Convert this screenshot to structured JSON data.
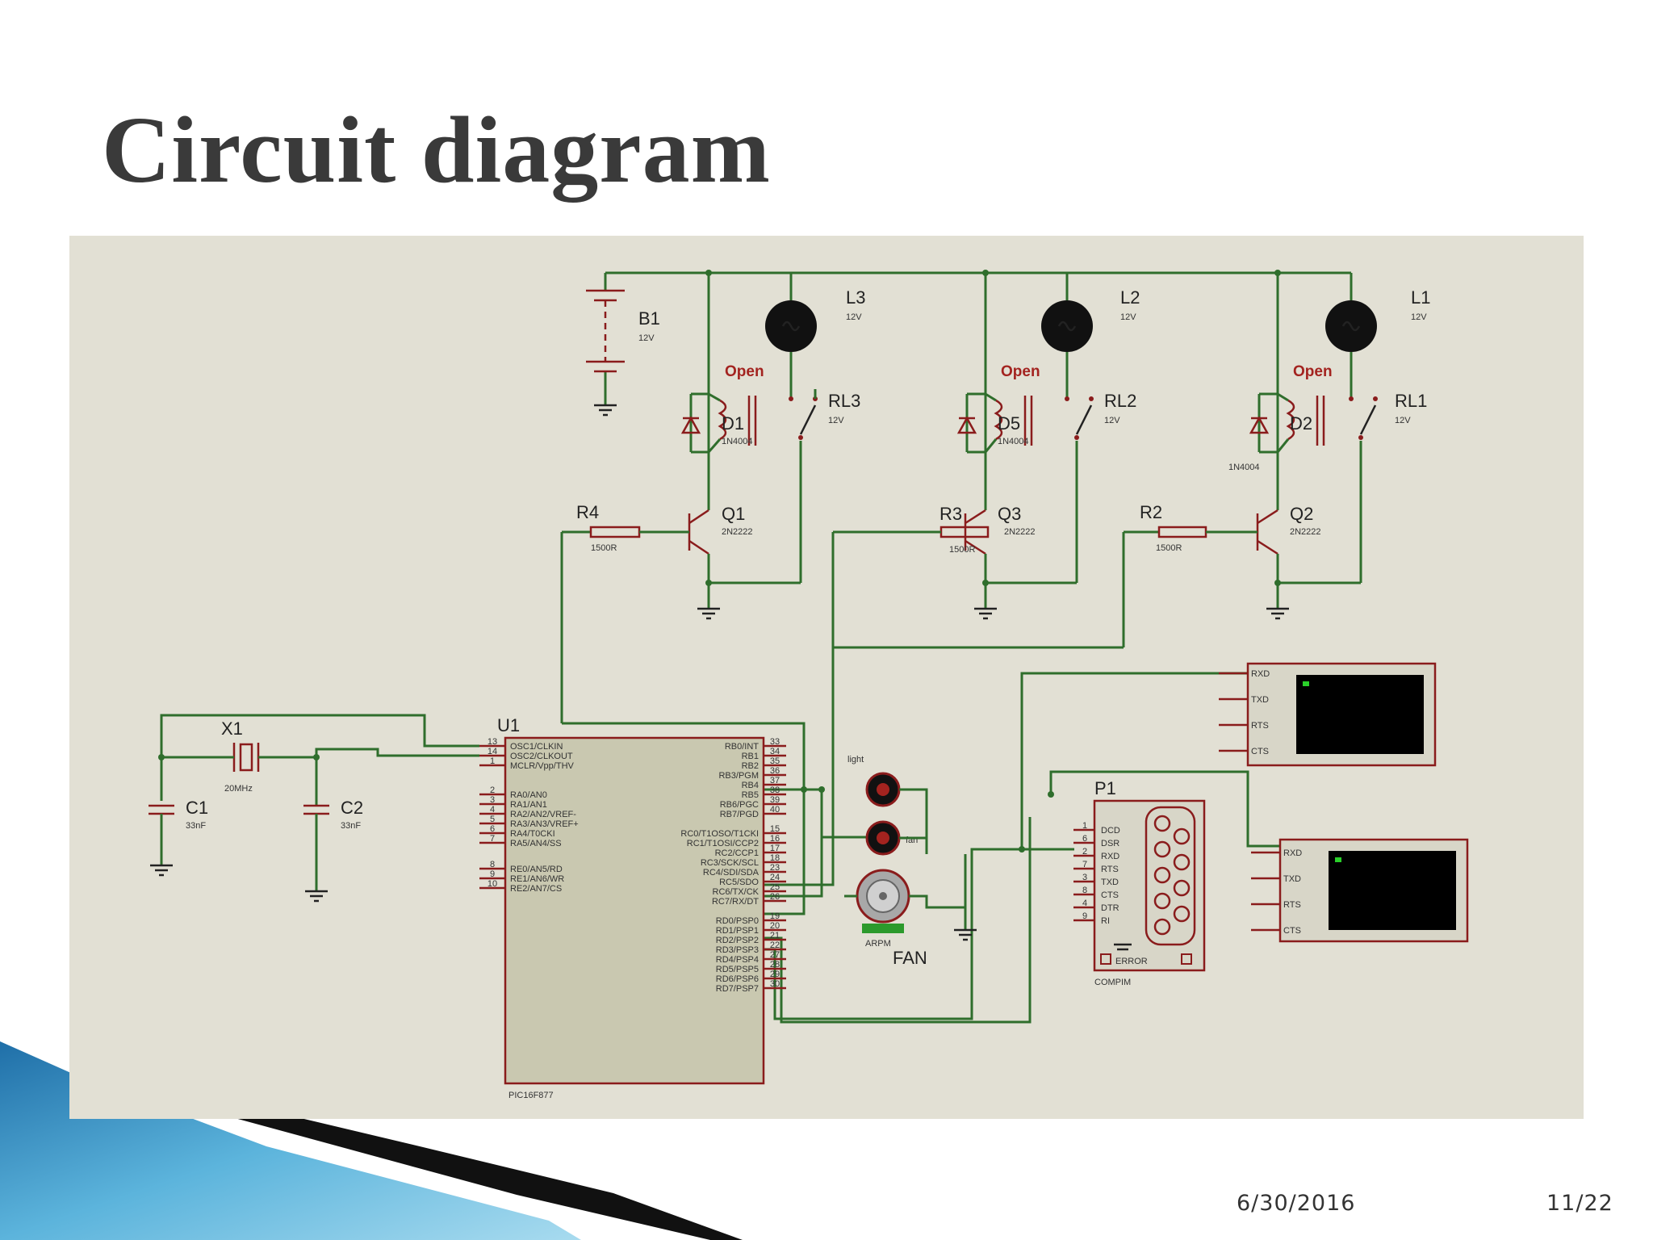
{
  "slide": {
    "title": "Circuit diagram",
    "date": "6/30/2016",
    "page": "11/22"
  },
  "colors": {
    "wire": "#2f6e2c",
    "component": "#8a1c1c",
    "schematic_bg": "#e2e0d4",
    "chip_body": "#c9c8b0",
    "title": "#3a3a3a",
    "accent_blue": "#2a7fb8"
  },
  "schematic": {
    "battery": {
      "ref": "B1",
      "value": "12V"
    },
    "lamps": [
      {
        "ref": "L3",
        "value": "12V"
      },
      {
        "ref": "L2",
        "value": "12V"
      },
      {
        "ref": "L1",
        "value": "12V"
      }
    ],
    "relays": [
      {
        "ref": "RL3",
        "value": "12V",
        "state": "Open"
      },
      {
        "ref": "RL2",
        "value": "12V",
        "state": "Open"
      },
      {
        "ref": "RL1",
        "value": "12V",
        "state": "Open"
      }
    ],
    "diodes": [
      {
        "ref": "D1",
        "value": "1N4004"
      },
      {
        "ref": "D5",
        "value": "1N4004"
      },
      {
        "ref": "D2",
        "value": "1N4004"
      }
    ],
    "transistors": [
      {
        "ref": "Q1",
        "value": "2N2222"
      },
      {
        "ref": "Q3",
        "value": "2N2222"
      },
      {
        "ref": "Q2",
        "value": "2N2222"
      }
    ],
    "resistors": [
      {
        "ref": "R4",
        "value": "1500R"
      },
      {
        "ref": "R3",
        "value": "1500R"
      },
      {
        "ref": "R2",
        "value": "1500R"
      }
    ],
    "crystal": {
      "ref": "X1",
      "value": "20MHz"
    },
    "capacitors": [
      {
        "ref": "C1",
        "value": "33nF"
      },
      {
        "ref": "C2",
        "value": "33nF"
      }
    ],
    "mcu": {
      "ref": "U1",
      "part": "PIC16F877",
      "left_pins": [
        {
          "num": "13",
          "name": "OSC1/CLKIN"
        },
        {
          "num": "14",
          "name": "OSC2/CLKOUT"
        },
        {
          "num": "1",
          "name": "MCLR/Vpp/THV"
        },
        {
          "num": "2",
          "name": "RA0/AN0"
        },
        {
          "num": "3",
          "name": "RA1/AN1"
        },
        {
          "num": "4",
          "name": "RA2/AN2/VREF-"
        },
        {
          "num": "5",
          "name": "RA3/AN3/VREF+"
        },
        {
          "num": "6",
          "name": "RA4/T0CKI"
        },
        {
          "num": "7",
          "name": "RA5/AN4/SS"
        },
        {
          "num": "8",
          "name": "RE0/AN5/RD"
        },
        {
          "num": "9",
          "name": "RE1/AN6/WR"
        },
        {
          "num": "10",
          "name": "RE2/AN7/CS"
        }
      ],
      "right_pins": [
        {
          "num": "33",
          "name": "RB0/INT"
        },
        {
          "num": "34",
          "name": "RB1"
        },
        {
          "num": "35",
          "name": "RB2"
        },
        {
          "num": "36",
          "name": "RB3/PGM"
        },
        {
          "num": "37",
          "name": "RB4"
        },
        {
          "num": "38",
          "name": "RB5"
        },
        {
          "num": "39",
          "name": "RB6/PGC"
        },
        {
          "num": "40",
          "name": "RB7/PGD"
        },
        {
          "num": "15",
          "name": "RC0/T1OSO/T1CKI"
        },
        {
          "num": "16",
          "name": "RC1/T1OSI/CCP2"
        },
        {
          "num": "17",
          "name": "RC2/CCP1"
        },
        {
          "num": "18",
          "name": "RC3/SCK/SCL"
        },
        {
          "num": "23",
          "name": "RC4/SDI/SDA"
        },
        {
          "num": "24",
          "name": "RC5/SDO"
        },
        {
          "num": "25",
          "name": "RC6/TX/CK"
        },
        {
          "num": "26",
          "name": "RC7/RX/DT"
        },
        {
          "num": "19",
          "name": "RD0/PSP0"
        },
        {
          "num": "20",
          "name": "RD1/PSP1"
        },
        {
          "num": "21",
          "name": "RD2/PSP2"
        },
        {
          "num": "22",
          "name": "RD3/PSP3"
        },
        {
          "num": "27",
          "name": "RD4/PSP4"
        },
        {
          "num": "28",
          "name": "RD5/PSP5"
        },
        {
          "num": "29",
          "name": "RD6/PSP6"
        },
        {
          "num": "30",
          "name": "RD7/PSP7"
        }
      ]
    },
    "indicators": {
      "light_label": "light",
      "fan_label": "fan"
    },
    "motor": {
      "label": "FAN",
      "sublabel": "ARPM"
    },
    "connector": {
      "ref": "P1",
      "part": "COMPIM",
      "pins": [
        {
          "num": "1",
          "name": "DCD"
        },
        {
          "num": "6",
          "name": "DSR"
        },
        {
          "num": "2",
          "name": "RXD"
        },
        {
          "num": "7",
          "name": "RTS"
        },
        {
          "num": "3",
          "name": "TXD"
        },
        {
          "num": "8",
          "name": "CTS"
        },
        {
          "num": "4",
          "name": "DTR"
        },
        {
          "num": "9",
          "name": "RI"
        }
      ],
      "error_label": "ERROR"
    },
    "terminals": [
      {
        "pins": [
          "RXD",
          "TXD",
          "RTS",
          "CTS"
        ]
      },
      {
        "pins": [
          "RXD",
          "TXD",
          "RTS",
          "CTS"
        ]
      }
    ]
  }
}
